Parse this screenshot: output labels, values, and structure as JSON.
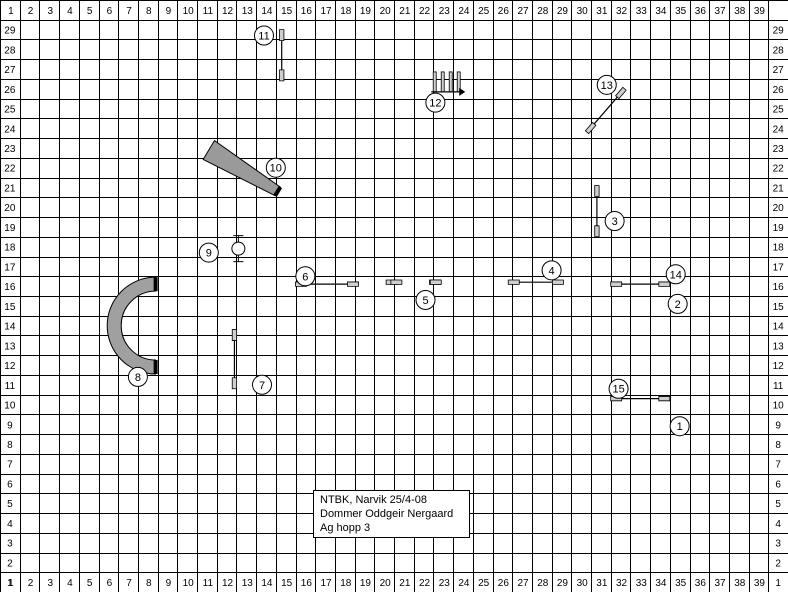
{
  "grid": {
    "columns": 39,
    "rows": 29,
    "column_labels": [
      "1",
      "2",
      "3",
      "4",
      "5",
      "6",
      "7",
      "8",
      "9",
      "10",
      "11",
      "12",
      "13",
      "14",
      "15",
      "16",
      "17",
      "18",
      "19",
      "20",
      "21",
      "22",
      "23",
      "24",
      "25",
      "26",
      "27",
      "28",
      "29",
      "30",
      "31",
      "32",
      "33",
      "34",
      "35",
      "36",
      "37",
      "38",
      "39"
    ],
    "row_labels": [
      "29",
      "28",
      "27",
      "26",
      "25",
      "24",
      "23",
      "22",
      "21",
      "20",
      "19",
      "18",
      "17",
      "16",
      "15",
      "14",
      "13",
      "12",
      "11",
      "10",
      "9",
      "8",
      "7",
      "6",
      "5",
      "4",
      "3",
      "2",
      "1"
    ],
    "line_color": "#000000"
  },
  "markers": [
    {
      "label": "1",
      "col": 34.5,
      "row": 8.4
    },
    {
      "label": "2",
      "col": 34.4,
      "row": 14.6
    },
    {
      "label": "3",
      "col": 31.2,
      "row": 18.8
    },
    {
      "label": "4",
      "col": 28.0,
      "row": 16.3
    },
    {
      "label": "5",
      "col": 21.6,
      "row": 14.8
    },
    {
      "label": "6",
      "col": 15.5,
      "row": 16.0
    },
    {
      "label": "7",
      "col": 13.3,
      "row": 10.5
    },
    {
      "label": "8",
      "col": 7.0,
      "row": 10.9
    },
    {
      "label": "9",
      "col": 10.6,
      "row": 17.2
    },
    {
      "label": "10",
      "col": 14.0,
      "row": 21.5
    },
    {
      "label": "11",
      "col": 13.4,
      "row": 28.2
    },
    {
      "label": "12",
      "col": 22.1,
      "row": 24.8
    },
    {
      "label": "13",
      "col": 30.8,
      "row": 25.7
    },
    {
      "label": "14",
      "col": 34.3,
      "row": 16.1
    },
    {
      "label": "15",
      "col": 31.4,
      "row": 10.3
    }
  ],
  "jumps": [
    {
      "c1": 15.0,
      "r1": 15.6,
      "c2": 18.2,
      "r2": 15.6
    },
    {
      "c1": 19.6,
      "r1": 15.7,
      "c2": 20.4,
      "r2": 15.7
    },
    {
      "c1": 21.8,
      "r1": 15.7,
      "c2": 22.4,
      "r2": 15.7
    },
    {
      "c1": 25.8,
      "r1": 15.7,
      "c2": 28.6,
      "r2": 15.7
    },
    {
      "c1": 31.0,
      "r1": 15.6,
      "c2": 34.0,
      "r2": 15.6
    },
    {
      "c1": 31.0,
      "r1": 9.8,
      "c2": 34.0,
      "r2": 9.8
    },
    {
      "c1": 30.3,
      "r1": 20.6,
      "c2": 30.3,
      "r2": 18.0
    },
    {
      "c1": 11.9,
      "r1": 13.3,
      "c2": 11.9,
      "r2": 10.3
    },
    {
      "c1": 14.3,
      "r1": 28.5,
      "c2": 14.3,
      "r2": 25.9
    },
    {
      "c1": 29.8,
      "r1": 23.3,
      "c2": 31.7,
      "r2": 25.5
    }
  ],
  "tunnel_straight": {
    "c1": 10.6,
    "r1": 22.4,
    "c2": 14.1,
    "r2": 20.3
  },
  "tunnel_curved": {
    "cx": 7.9,
    "cy": 13.5,
    "radius_rows": 2.1
  },
  "tire": {
    "col": 12.1,
    "row": 17.4
  },
  "weave_poles": {
    "col": 22.6,
    "row": 25.9,
    "count": 4
  },
  "info": {
    "line1": "NTBK, Narvik 25/4-08",
    "line2": "Dommer Oddgeir Nergaard",
    "line3": "Ag hopp 3"
  }
}
